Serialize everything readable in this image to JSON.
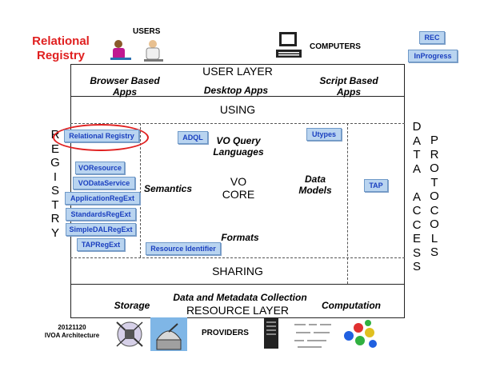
{
  "header": {
    "title_line1": "Relational",
    "title_line2": "Registry",
    "users": "USERS",
    "computers": "COMPUTERS"
  },
  "legend": {
    "rec": "REC",
    "in_progress": "InProgress"
  },
  "layers": {
    "user_layer": "USER LAYER",
    "browser_apps": "Browser Based\nApps",
    "desktop_apps": "Desktop Apps",
    "script_apps": "Script Based\nApps",
    "using": "USING",
    "sharing": "SHARING",
    "data_collection": "Data and Metadata Collection",
    "resource_layer": "RESOURCE LAYER",
    "storage": "Storage",
    "computation": "Computation"
  },
  "core": {
    "vo_query": "VO Query\nLanguages",
    "semantics": "Semantics",
    "vo_core": "VO\nCORE",
    "data_models": "Data\nModels",
    "formats": "Formats"
  },
  "registry_letters": [
    "R",
    "E",
    "G",
    "I",
    "S",
    "T",
    "R",
    "Y"
  ],
  "data_access_letters": [
    "D",
    "A",
    "T",
    "A",
    "",
    "A",
    "C",
    "C",
    "E",
    "S",
    "S"
  ],
  "protocols_letters": [
    "P",
    "R",
    "O",
    "T",
    "O",
    "C",
    "O",
    "L",
    "S"
  ],
  "standards": {
    "relational_registry": "Relational Registry",
    "adql": "ADQL",
    "utypes": "Utypes",
    "voresource": "VOResource",
    "vodataservice": "VODataService",
    "applicationregext": "ApplicationRegExt",
    "standardsregext": "StandardsRegExt",
    "simpledalregext": "SimpleDALRegExt",
    "tapregext": "TAPRegExt",
    "resource_identifier": "Resource Identifier",
    "tap": "TAP"
  },
  "footer": {
    "date": "20121120",
    "doc": "IVOA Architecture",
    "providers": "PROVIDERS"
  }
}
